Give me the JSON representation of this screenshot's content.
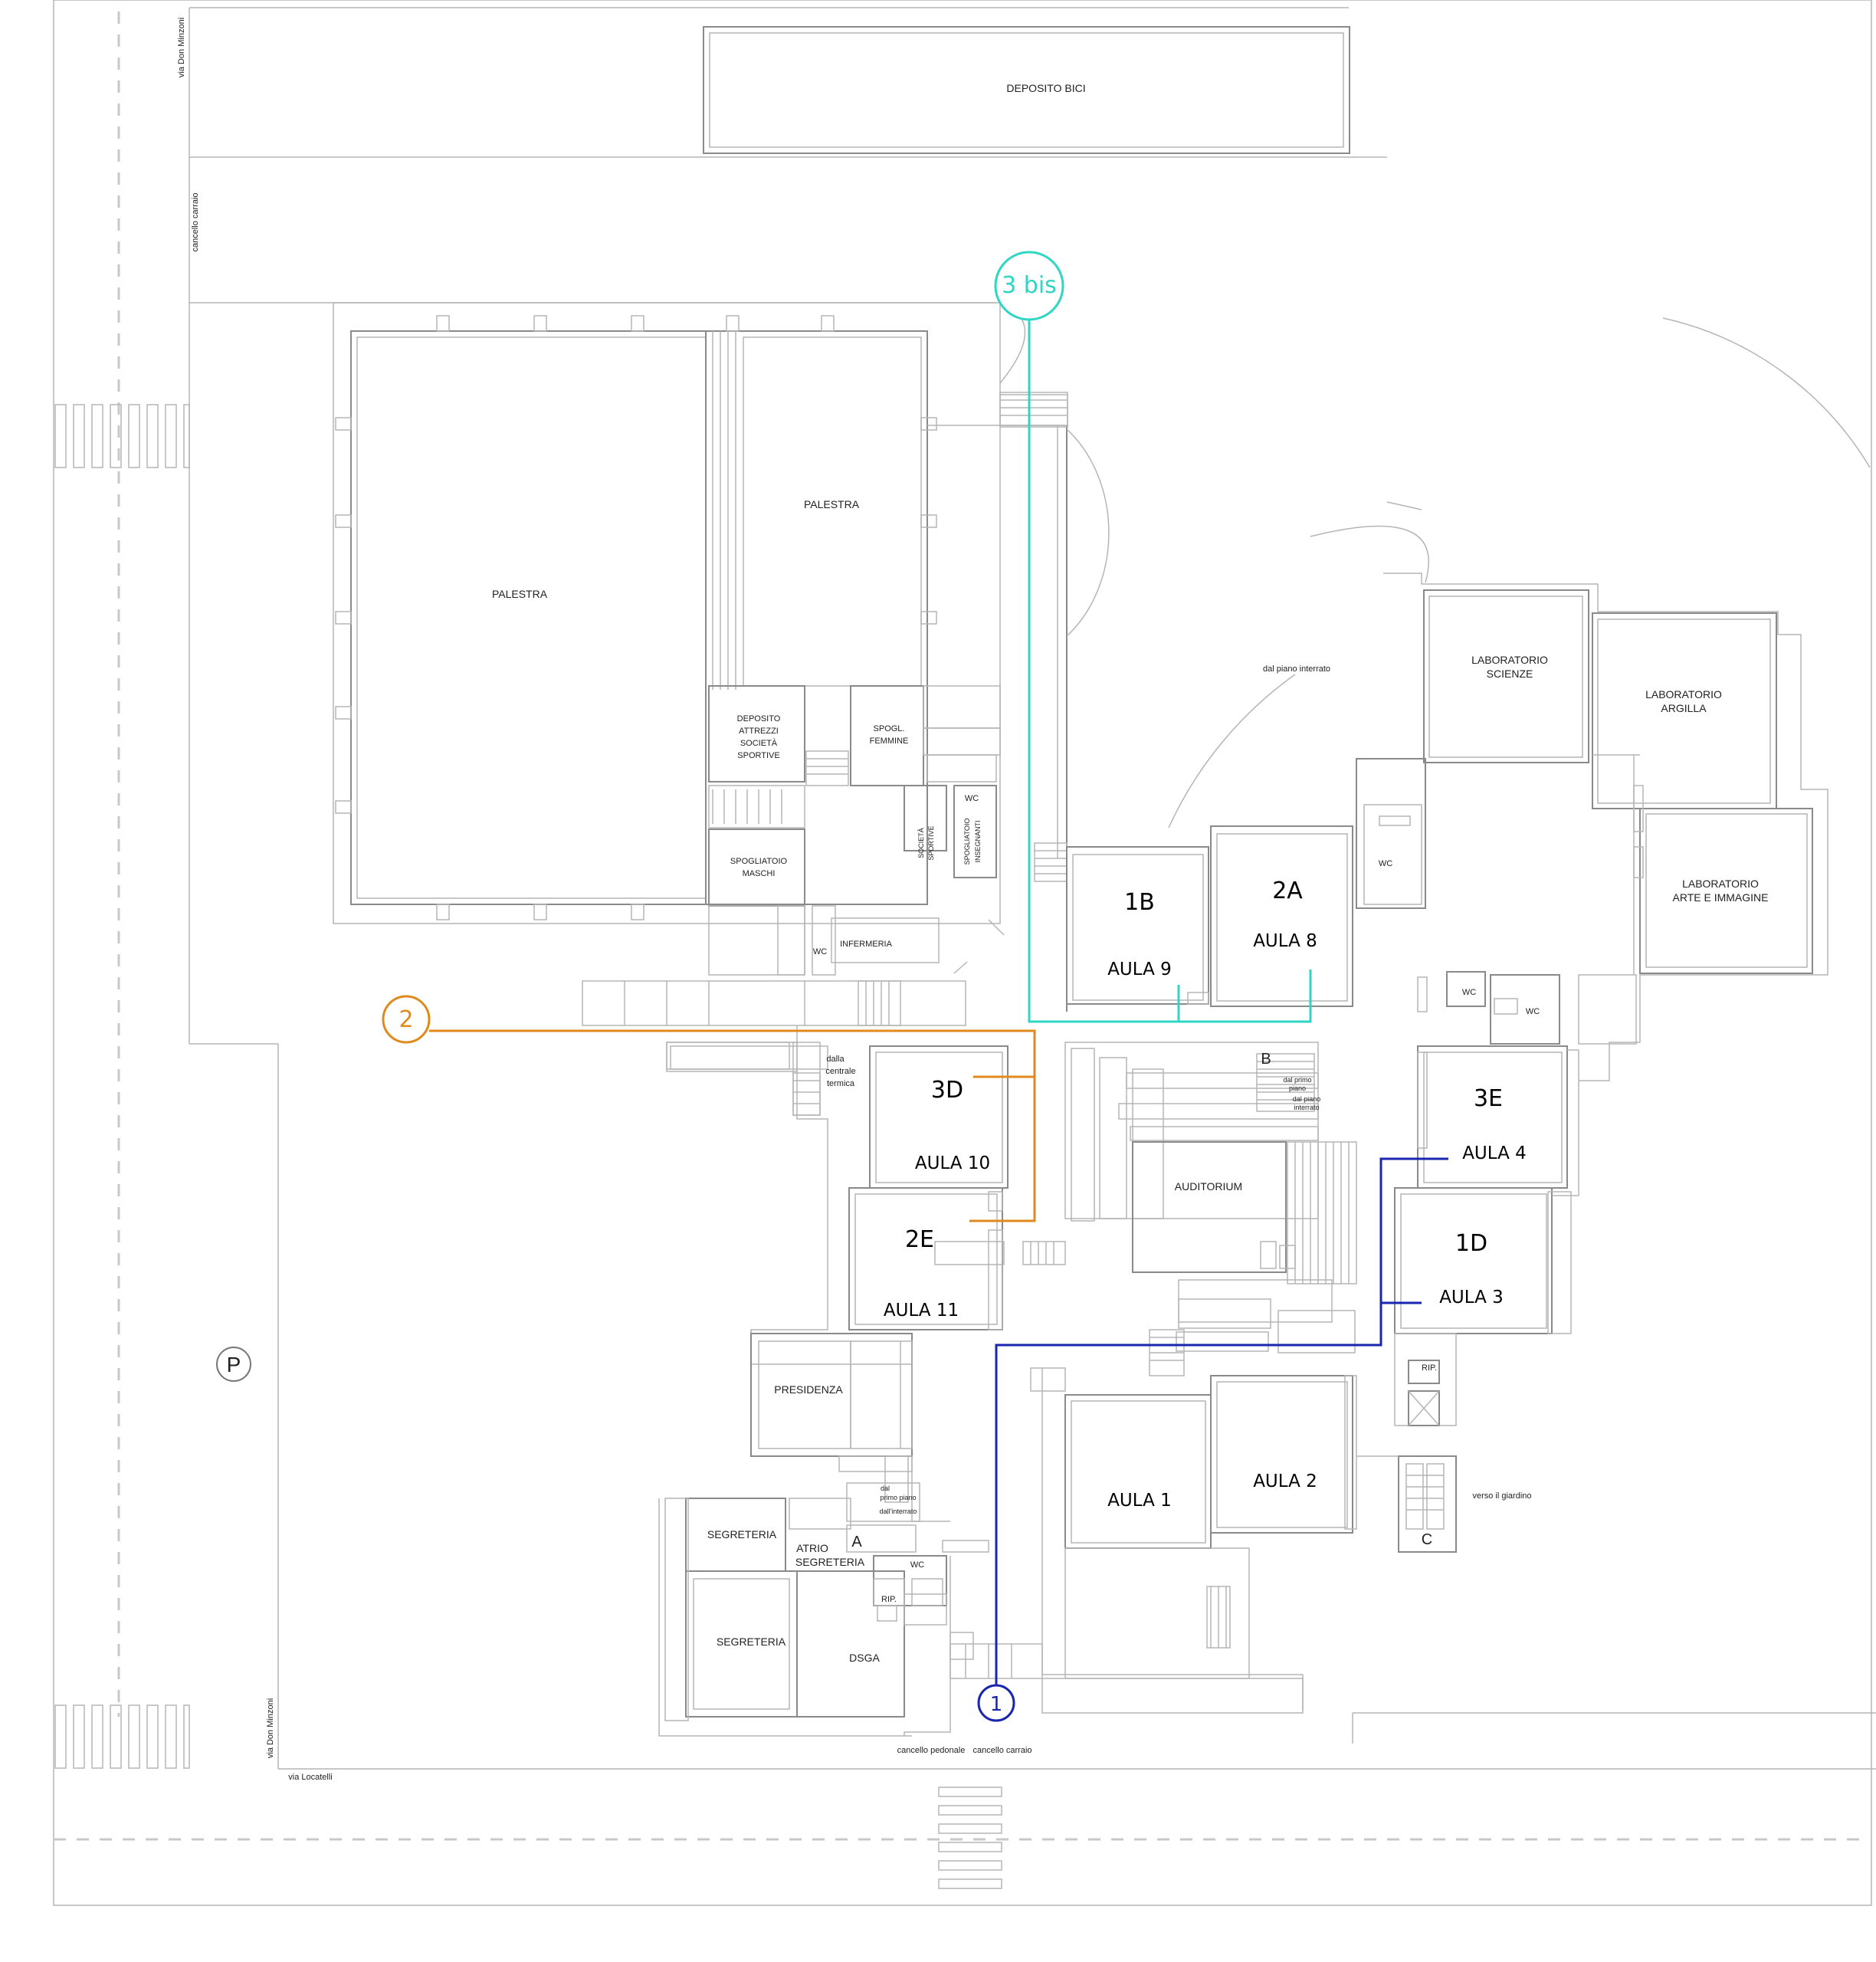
{
  "colors": {
    "route_1": "#1a26b0",
    "route_2": "#e08a1c",
    "route_3bis": "#2ed6c4",
    "walls": "#8a8a8a"
  },
  "streets": {
    "top_left": "via Don Minzoni",
    "bottom_left": "via Don Minzoni",
    "bottom": "via Locatelli"
  },
  "gates": {
    "vehicle_west": "cancello carraio",
    "pedestrian": "cancello pedonale",
    "vehicle_south": "cancello carraio"
  },
  "parking": "P",
  "routes": {
    "r1": "1",
    "r2": "2",
    "r3bis": "3 bis"
  },
  "rooms": {
    "deposito_bici": "DEPOSITO BICI",
    "palestra_1": "PALESTRA",
    "palestra_2": "PALESTRA",
    "deposito_attrezzi": [
      "DEPOSITO",
      "ATTREZZI",
      "SOCIETÀ",
      "SPORTIVE"
    ],
    "spogl_femmine": [
      "SPOGL.",
      "FEMMINE"
    ],
    "societa_sportive": [
      "SOCIETÀ",
      "SPORTIVE"
    ],
    "spogliatoio_insegnanti": [
      "SPOGLIATOIO",
      "INSEGNANTI"
    ],
    "spogliatoio_maschi": [
      "SPOGLIATOIO",
      "MASCHI"
    ],
    "infermeria": "INFERMERIA",
    "lab_scienze": [
      "LABORATORIO",
      "SCIENZE"
    ],
    "lab_argilla": [
      "LABORATORIO",
      "ARGILLA"
    ],
    "lab_arte": [
      "LABORATORIO",
      "ARTE E IMMAGINE"
    ],
    "auditorium": "AUDITORIUM",
    "presidenza": "PRESIDENZA",
    "segreteria_1": "SEGRETERIA",
    "segreteria_2": "SEGRETERIA",
    "atrio": [
      "ATRIO",
      "SEGRETERIA"
    ],
    "dsga": "DSGA",
    "rip_1": "RIP.",
    "rip_2": "RIP.",
    "wc": "WC"
  },
  "classes": [
    {
      "section": "1B",
      "aula": "AULA 9"
    },
    {
      "section": "2A",
      "aula": "AULA 8"
    },
    {
      "section": "3D",
      "aula": "AULA 10"
    },
    {
      "section": "2E",
      "aula": "AULA 11"
    },
    {
      "section": "3E",
      "aula": "AULA 4"
    },
    {
      "section": "1D",
      "aula": "AULA 3"
    },
    {
      "section": "",
      "aula": "AULA 1"
    },
    {
      "section": "",
      "aula": "AULA 2"
    }
  ],
  "notes": {
    "dal_piano_interrato": "dal piano interrato",
    "dalla_centrale": [
      "dalla",
      "centrale",
      "termica"
    ],
    "dal_primo_piano_b": [
      "dal primo",
      "piano"
    ],
    "dal_piano_interrato_b": [
      "dal piano",
      "interrato"
    ],
    "dal_primo_piano_a": [
      "dal",
      "primo piano"
    ],
    "dall_interrato_a": "dall'interrato",
    "verso_giardino": "verso il giardino"
  },
  "stairs": {
    "a": "A",
    "b": "B",
    "c": "C"
  }
}
